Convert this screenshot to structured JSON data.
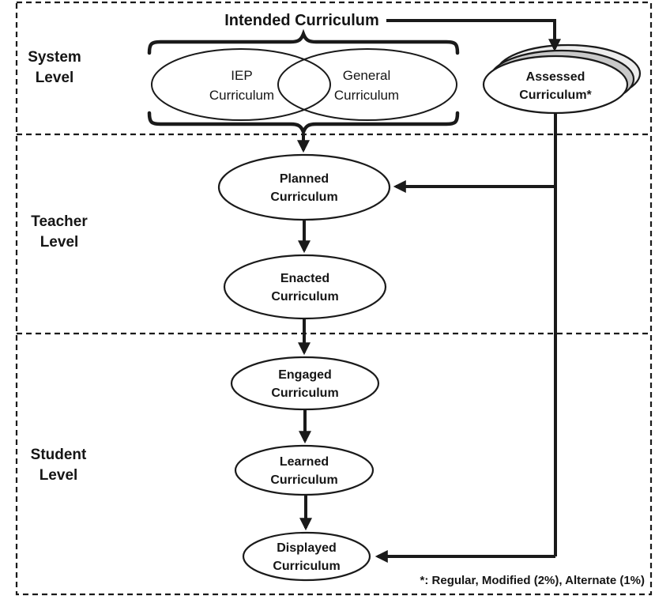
{
  "diagram": {
    "title": "Intended Curriculum",
    "footnote": "*: Regular, Modified (2%), Alternate (1%)",
    "levels": [
      {
        "id": "system",
        "label": "System\nLevel"
      },
      {
        "id": "teacher",
        "label": "Teacher\nLevel"
      },
      {
        "id": "student",
        "label": "Student\nLevel"
      }
    ],
    "nodes": [
      {
        "id": "iep",
        "label": "IEP\nCurriculum"
      },
      {
        "id": "general",
        "label": "General\nCurriculum"
      },
      {
        "id": "assessed",
        "label": "Assessed\nCurriculum*"
      },
      {
        "id": "planned",
        "label": "Planned\nCurriculum"
      },
      {
        "id": "enacted",
        "label": "Enacted\nCurriculum"
      },
      {
        "id": "engaged",
        "label": "Engaged\nCurriculum"
      },
      {
        "id": "learned",
        "label": "Learned\nCurriculum"
      },
      {
        "id": "displayed",
        "label": "Displayed\nCurriculum"
      }
    ],
    "colors": {
      "ink": "#1a1a1a",
      "stack_back": "#ededed",
      "stack_mid": "#c9c9c9",
      "node_fill": "#ffffff"
    }
  }
}
